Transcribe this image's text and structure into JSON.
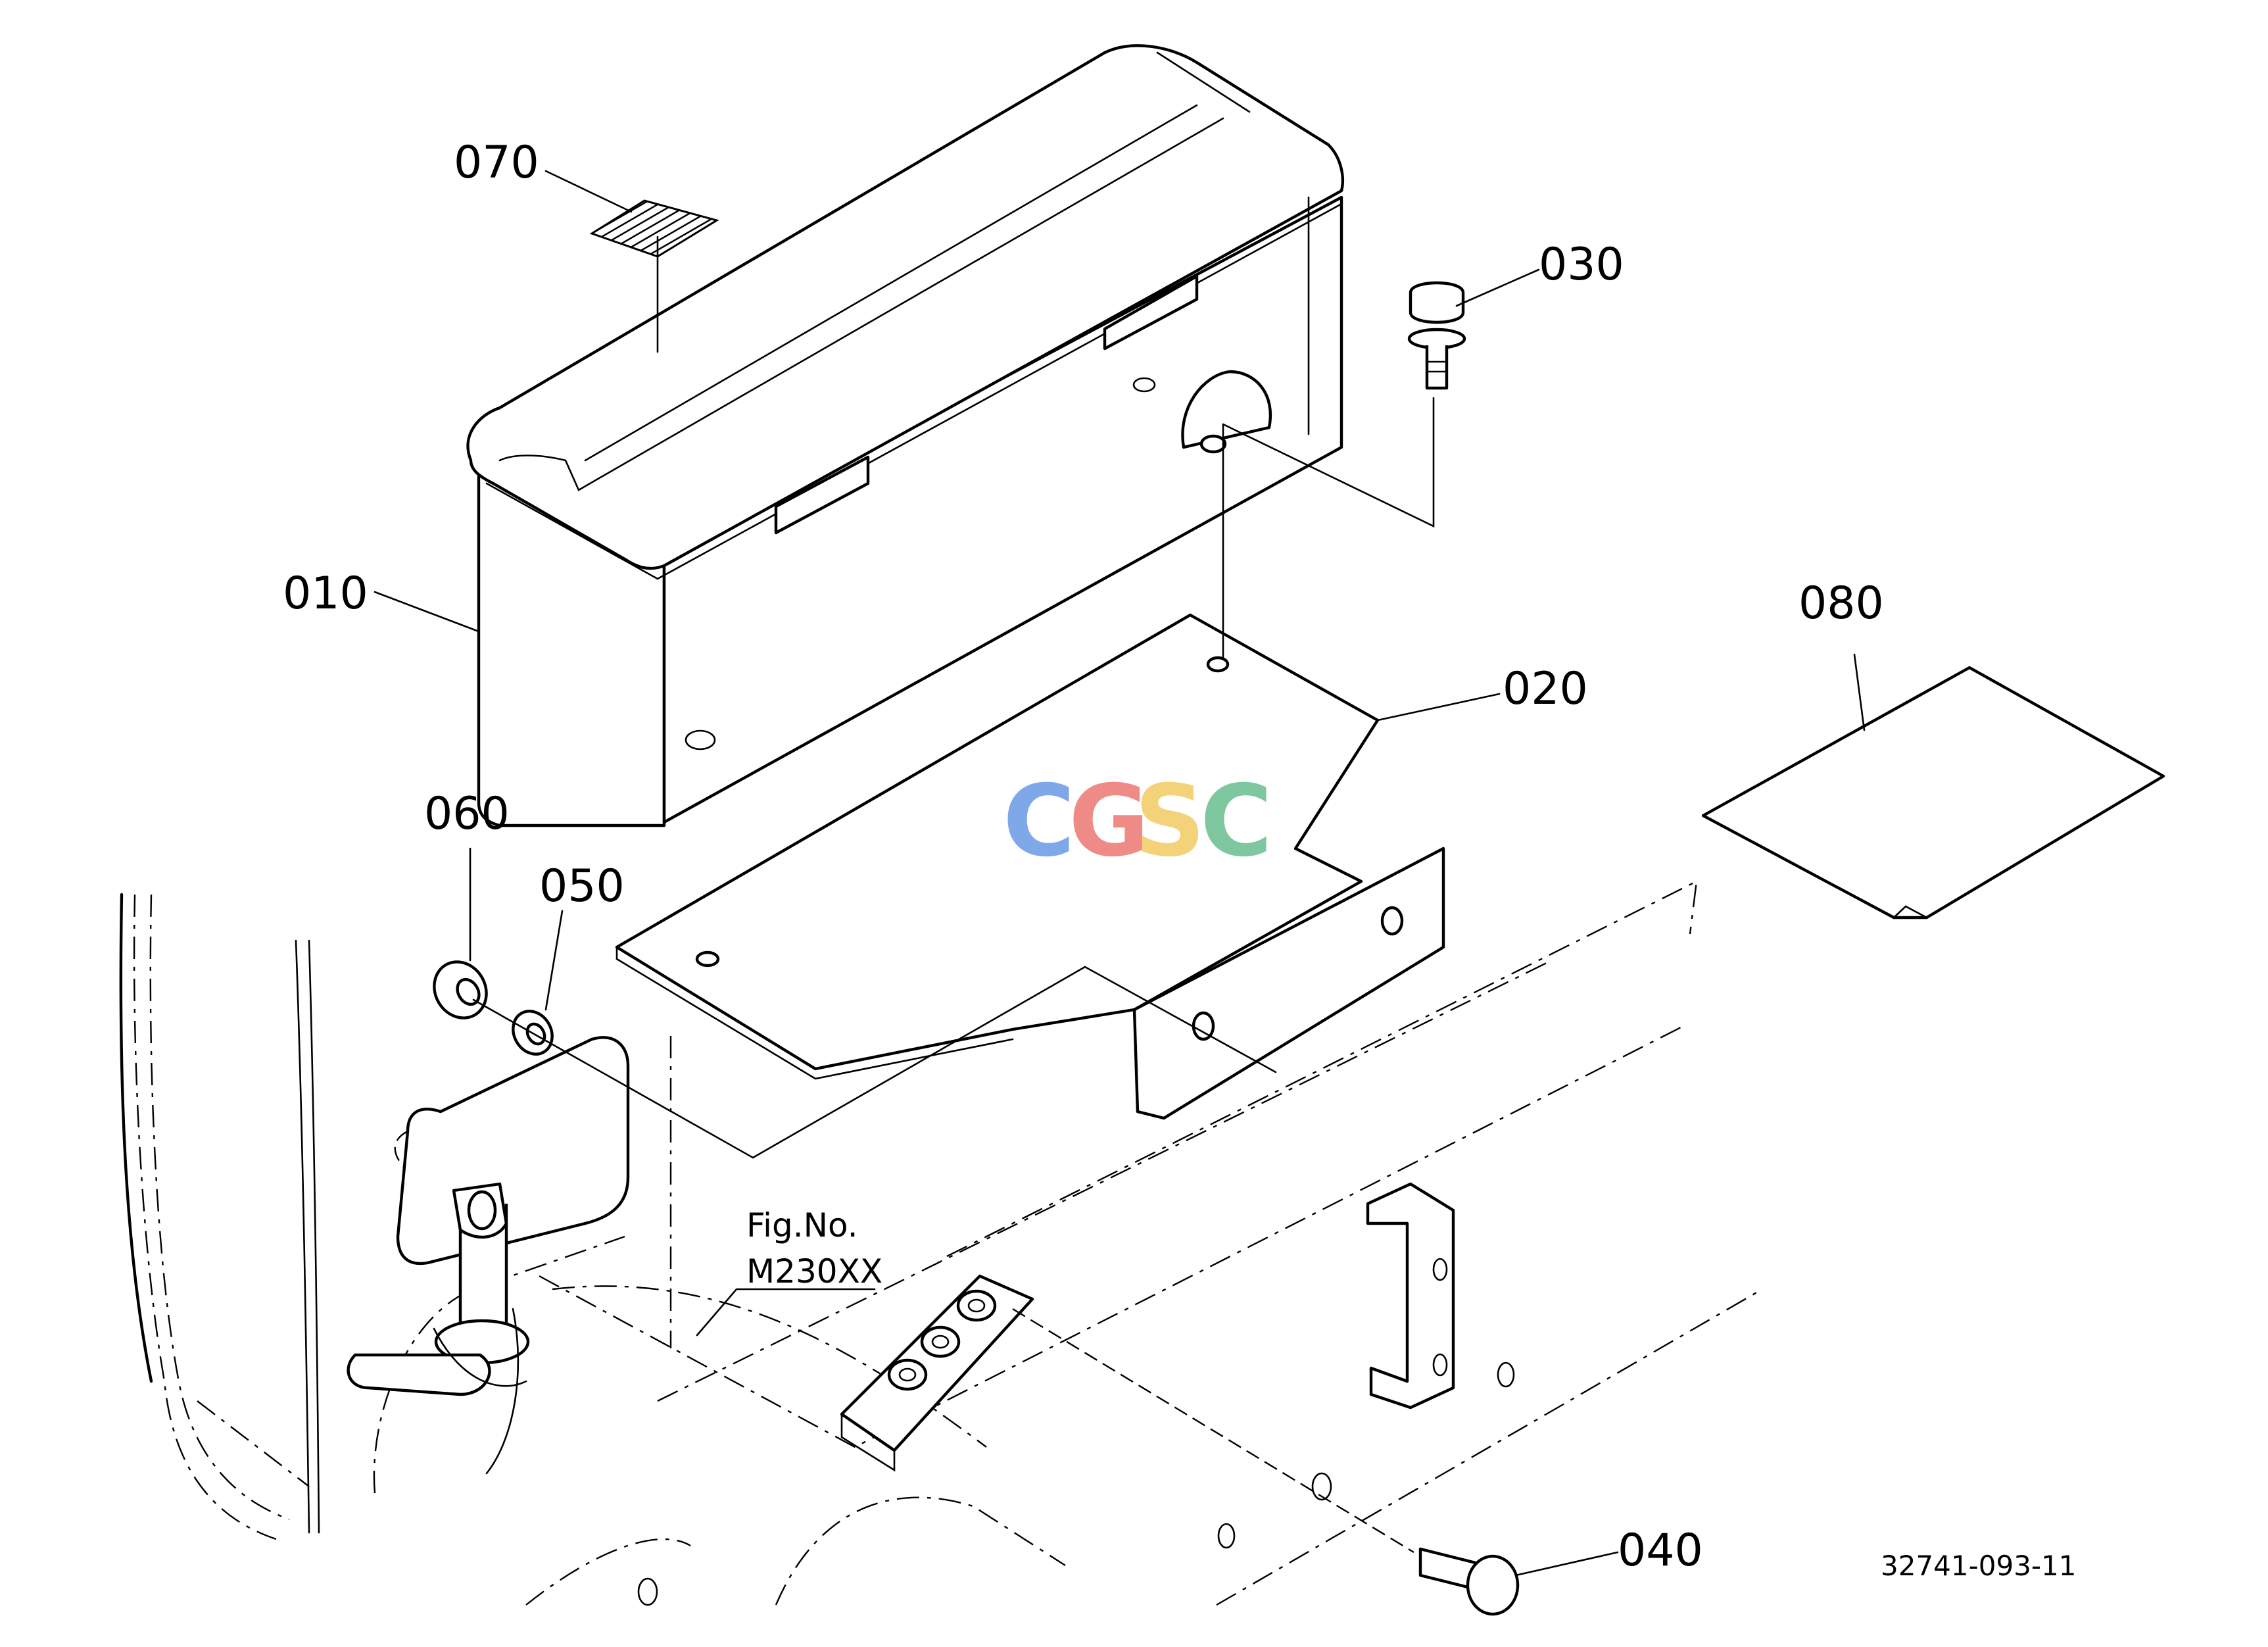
{
  "callouts": [
    {
      "id": "010",
      "label": "010"
    },
    {
      "id": "020",
      "label": "020"
    },
    {
      "id": "030",
      "label": "030"
    },
    {
      "id": "040",
      "label": "040"
    },
    {
      "id": "050",
      "label": "050"
    },
    {
      "id": "060",
      "label": "060"
    },
    {
      "id": "070",
      "label": "070"
    },
    {
      "id": "080",
      "label": "080"
    }
  ],
  "figure_ref": {
    "line1": "Fig.No.",
    "line2": "M230XX"
  },
  "drawing_number": "32741-093-11",
  "watermark": {
    "letters": [
      "C",
      "G",
      "S",
      "C"
    ],
    "colors": [
      "#7fa8e8",
      "#ef8b86",
      "#f3d27a",
      "#7fc79e"
    ]
  }
}
